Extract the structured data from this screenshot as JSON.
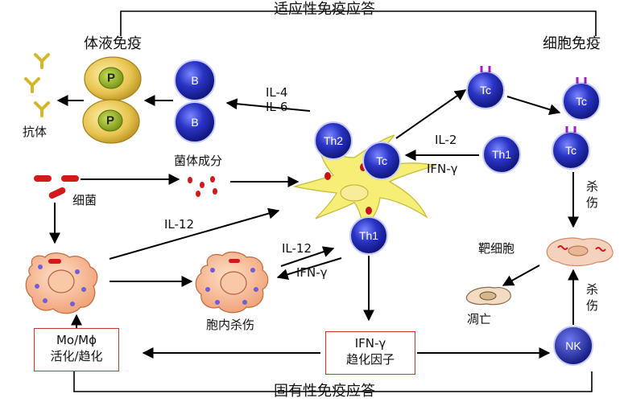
{
  "top_title": "适应性免疫应答",
  "bottom_title": "固有性免疫应答",
  "humoral_title": "体液免疫",
  "cellular_title": "细胞免疫",
  "antibody_label": "抗体",
  "bacteria_label": "细菌",
  "bacterial_components_label": "菌体成分",
  "il4_label": "IL-4",
  "il6_label": "IL-6",
  "il2_label": "IL-2",
  "ifng_label": "IFN-γ",
  "il12_label": "IL-12",
  "il12_label_b": "IL-12",
  "ifng_label_b": "IFN-γ",
  "intracellular_kill_label": "胞内杀伤",
  "kill_label_top": "杀\n伤",
  "kill_label_bottom": "杀\n伤",
  "target_cell_label": "靶细胞",
  "apoptosis_label": "凋亡",
  "cells": {
    "p1": "P",
    "p2": "P",
    "b1": "B",
    "b2": "B",
    "th2": "Th2",
    "tc_center": "Tc",
    "th1_center": "Th1",
    "tc_top": "Tc",
    "tc_mid": "Tc",
    "tc_low": "Tc",
    "th1_right": "Th1",
    "nk": "NK"
  },
  "mo_box": {
    "line1": "Mo/Mϕ",
    "line2": "活化/趋化"
  },
  "ifn_box": {
    "line1": "IFN-γ",
    "line2": "趋化因子"
  },
  "colors": {
    "lymphocyte": "#1f2aa8",
    "plasma": "#d9b53a",
    "dendritic": "#f3ee72",
    "macrophage": "#f2b08a",
    "bacteria": "#d11a1a",
    "box_border": "#c0392b"
  }
}
